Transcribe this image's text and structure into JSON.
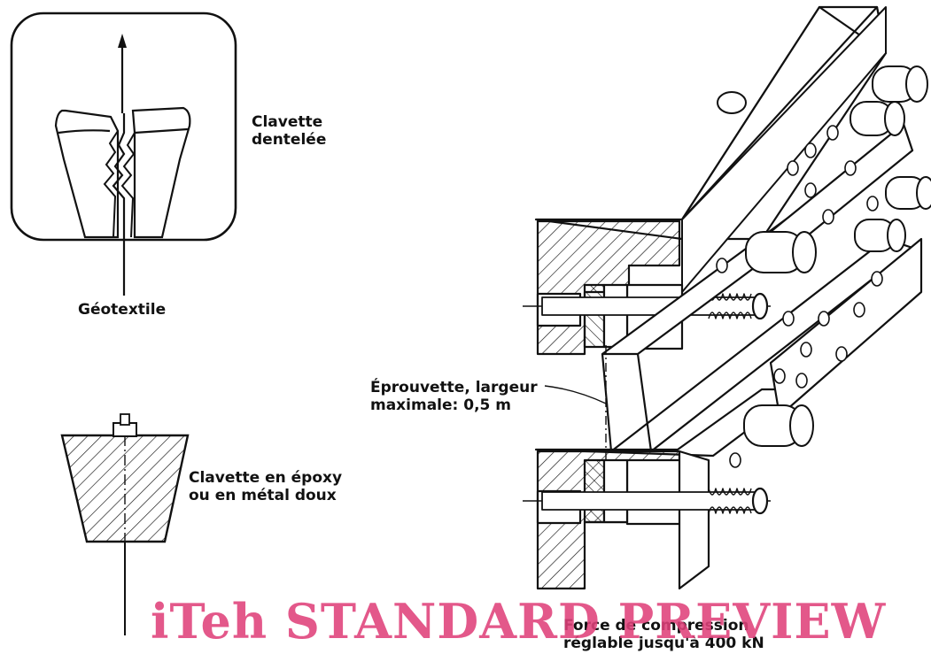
{
  "labels": {
    "serrated_wedge": [
      "Clavette",
      "dentelée"
    ],
    "geotextile": "Géotextile",
    "epoxy_wedge": [
      "Clavette en époxy",
      "ou en métal doux"
    ],
    "specimen": [
      "Éprouvette, largeur",
      "maximale: 0,5 m"
    ],
    "compression": [
      "Force de compression",
      "réglable jusqu'à 400 kN"
    ]
  },
  "watermark": {
    "text": "iTeh STANDARD PREVIEW",
    "color": "#e0417a"
  },
  "colors": {
    "ink": "#111111",
    "paper": "#ffffff"
  }
}
